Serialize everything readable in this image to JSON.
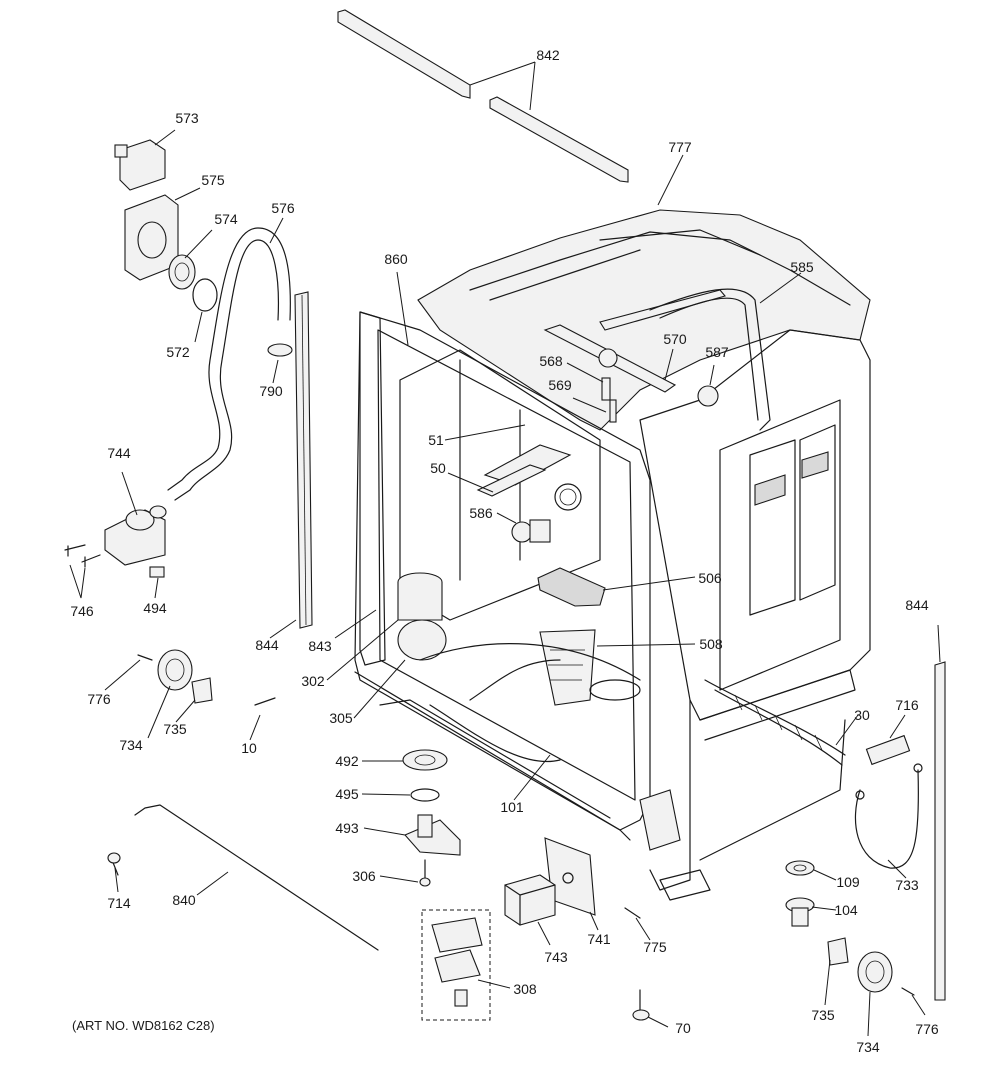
{
  "diagram": {
    "art_number": "(ART NO. WD8162 C28)",
    "callouts": [
      {
        "id": "c842",
        "label": "842"
      },
      {
        "id": "c777",
        "label": "777"
      },
      {
        "id": "c573",
        "label": "573"
      },
      {
        "id": "c575",
        "label": "575"
      },
      {
        "id": "c576",
        "label": "576"
      },
      {
        "id": "c574",
        "label": "574"
      },
      {
        "id": "c572",
        "label": "572"
      },
      {
        "id": "c790",
        "label": "790"
      },
      {
        "id": "c860",
        "label": "860"
      },
      {
        "id": "c585",
        "label": "585"
      },
      {
        "id": "c570",
        "label": "570"
      },
      {
        "id": "c568",
        "label": "568"
      },
      {
        "id": "c587",
        "label": "587"
      },
      {
        "id": "c569",
        "label": "569"
      },
      {
        "id": "c51",
        "label": "51"
      },
      {
        "id": "c50",
        "label": "50"
      },
      {
        "id": "c586",
        "label": "586"
      },
      {
        "id": "c744",
        "label": "744"
      },
      {
        "id": "c746",
        "label": "746"
      },
      {
        "id": "c494",
        "label": "494"
      },
      {
        "id": "c844a",
        "label": "844"
      },
      {
        "id": "c843",
        "label": "843"
      },
      {
        "id": "c506",
        "label": "506"
      },
      {
        "id": "c844b",
        "label": "844"
      },
      {
        "id": "c508",
        "label": "508"
      },
      {
        "id": "c776a",
        "label": "776"
      },
      {
        "id": "c302",
        "label": "302"
      },
      {
        "id": "c716",
        "label": "716"
      },
      {
        "id": "c30",
        "label": "30"
      },
      {
        "id": "c734a",
        "label": "734"
      },
      {
        "id": "c735a",
        "label": "735"
      },
      {
        "id": "c305",
        "label": "305"
      },
      {
        "id": "c10",
        "label": "10"
      },
      {
        "id": "c492",
        "label": "492"
      },
      {
        "id": "c495",
        "label": "495"
      },
      {
        "id": "c101",
        "label": "101"
      },
      {
        "id": "c493",
        "label": "493"
      },
      {
        "id": "c306",
        "label": "306"
      },
      {
        "id": "c109",
        "label": "109"
      },
      {
        "id": "c733",
        "label": "733"
      },
      {
        "id": "c714",
        "label": "714"
      },
      {
        "id": "c840",
        "label": "840"
      },
      {
        "id": "c741",
        "label": "741"
      },
      {
        "id": "c104",
        "label": "104"
      },
      {
        "id": "c775",
        "label": "775"
      },
      {
        "id": "c743",
        "label": "743"
      },
      {
        "id": "c308",
        "label": "308"
      },
      {
        "id": "c735b",
        "label": "735"
      },
      {
        "id": "c70",
        "label": "70"
      },
      {
        "id": "c734b",
        "label": "734"
      },
      {
        "id": "c776b",
        "label": "776"
      }
    ]
  }
}
